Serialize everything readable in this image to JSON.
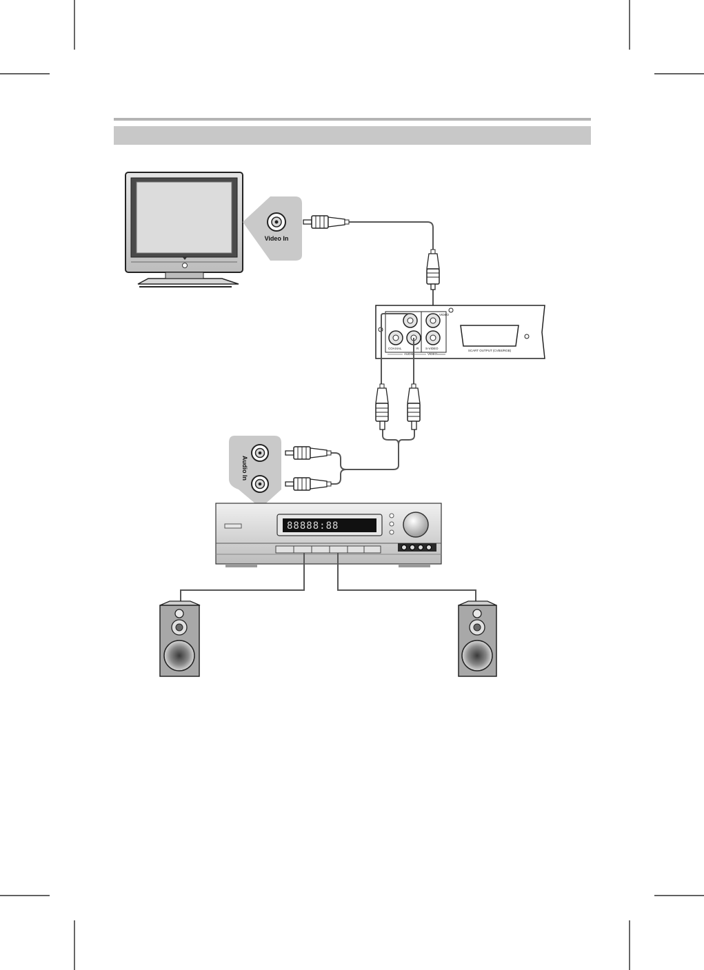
{
  "page": {
    "header_bar_color": "#c8c8c8",
    "rule_color": "#b4b4b4"
  },
  "tv": {
    "jack_label": "Video In"
  },
  "dvd_panel": {
    "coaxial_label": "COAXIAL",
    "audio_label": "AUDIO",
    "r_label": "R",
    "video_label": "VIDEO",
    "video_jack_label": "VIDEO",
    "svideo_label": "S-VIDEO",
    "scart_label": "SCART OUTPUT (CVBS/RGB)"
  },
  "audio_jacks": {
    "label": "Audio In"
  },
  "receiver": {
    "display_text": "88888:88"
  },
  "colors": {
    "cable": "#555555",
    "panel_gray": "#c9c9c9",
    "speaker_body": "#a8a8a8"
  }
}
